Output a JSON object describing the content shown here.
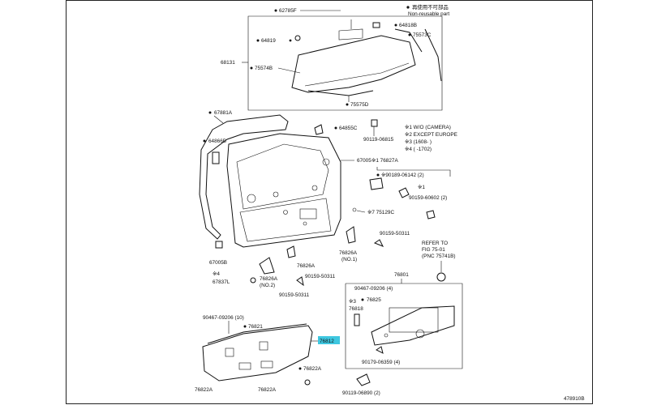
{
  "legend": {
    "symbol": "●",
    "line1": "再使用不可部品",
    "line2": "Non-reusable part"
  },
  "notes": [
    "※1 W/O (CAMERA)",
    "※2 EXCEPT EUROPE",
    "※3 (1608-      )",
    "※4 (      -1702)"
  ],
  "refer": {
    "line1": "REFER TO",
    "line2": "FIG 75-01",
    "line3": "(PNC 75741B)"
  },
  "diagram_id": "478910B",
  "labels": {
    "p62785F": "62785F",
    "p64818B": "64818B",
    "p75573C": "75573C",
    "p64819": "64819",
    "p68131": "68131",
    "p75574B": "75574B",
    "p75575D": "75575D",
    "p67881A": "67881A",
    "p64855C": "64855C",
    "p90119_06815": "90119-06815",
    "p64866B": "64866B",
    "p67005": "67005",
    "p76827A": "※1 76827A",
    "p90189_06142": "※90189-06142 (2)",
    "x1": "※1",
    "p90159_60602": "90159-60602 (2)",
    "p75129C": "※7 75129C",
    "p90159_50311a": "90159-50311",
    "p76826A_no1": "76826A",
    "no1": "(NO.1)",
    "p67005B": "67005B",
    "x4": "※4",
    "p67837L": "67837L",
    "p76826A_no2": "76826A",
    "no2": "(NO.2)",
    "p76826A_mid": "76826A",
    "p90159_50311b": "90159-50311",
    "p90159_50311c": "90159-50311",
    "p76801": "76801",
    "p90467_09206_4": "90467-09206 (4)",
    "p76825": "76825",
    "x3": "※3",
    "p76818": "76818",
    "p90179_06359": "90179-06359 (4)",
    "p90119_06890": "90119-06890 (2)",
    "p90467_09206_10": "90467-09206 (10)",
    "p76821": "76821",
    "p76812": "76812",
    "p76822A_r": "76822A",
    "p76822A_l": "76822A",
    "p76822A_b": "76822A"
  }
}
